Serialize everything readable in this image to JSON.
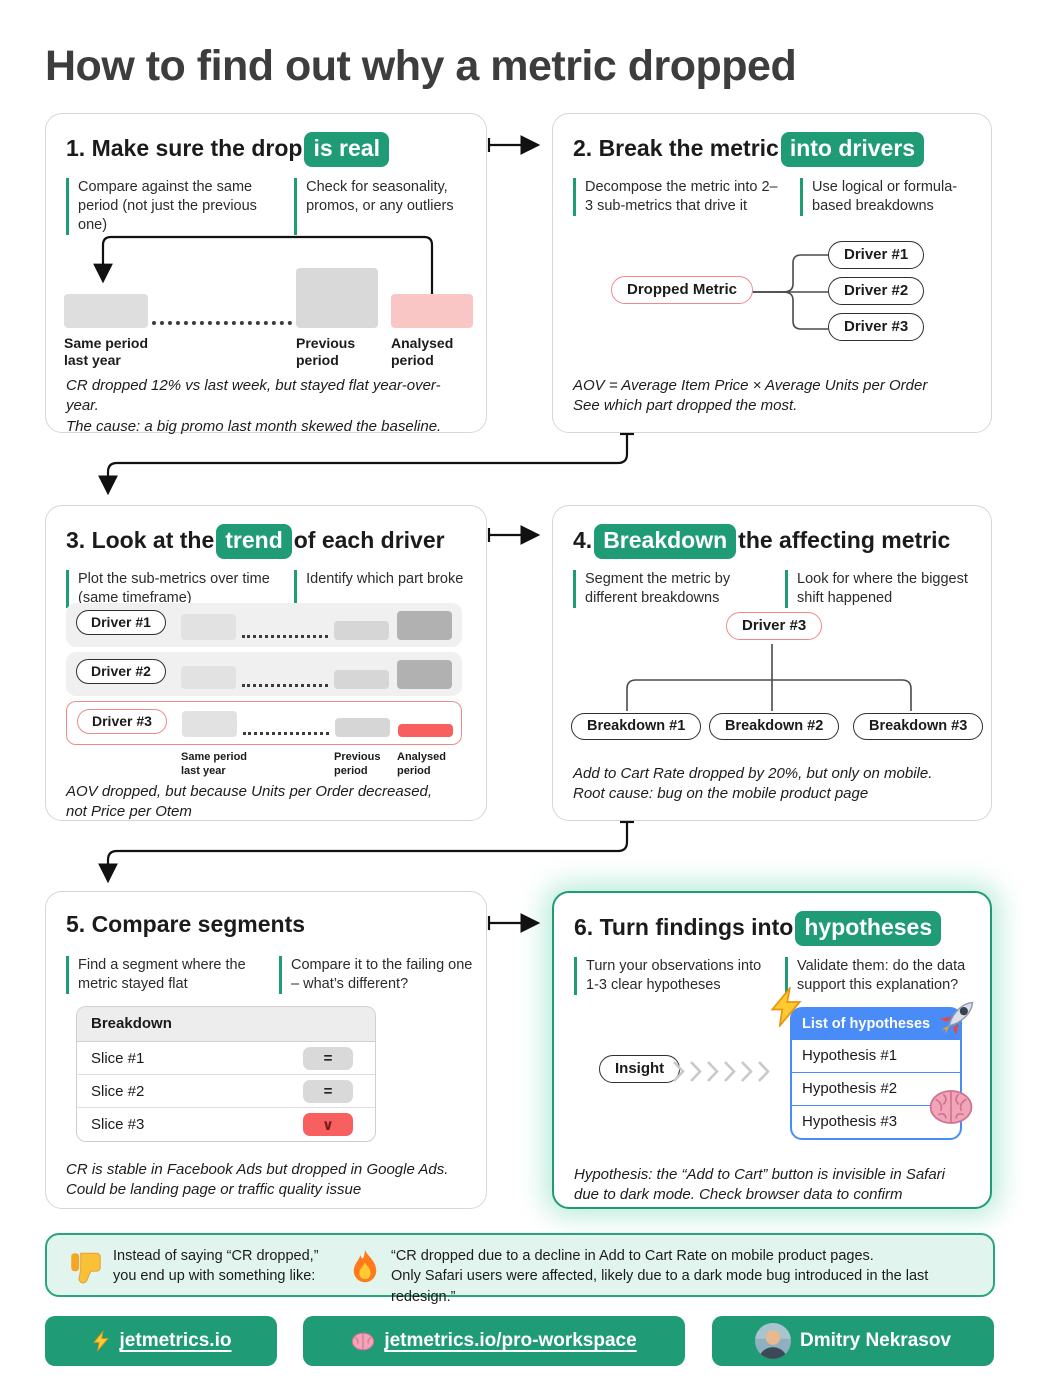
{
  "title": "How to find out why a metric dropped",
  "colors": {
    "accent": "#1f9c76",
    "red": "#f7605f",
    "pink": "#f9c5c5",
    "salmon": "#f08a8a",
    "blue": "#4a8cf7"
  },
  "cards": [
    {
      "heading": {
        "pre": "1. Make sure the drop",
        "highlight": "is real",
        "post": ""
      },
      "bullets": [
        "Compare against the same period (not just the previous one)",
        "Check for seasonality, promos, or any outliers"
      ],
      "chart": {
        "type": "bar",
        "bars": [
          {
            "label": "Same period last year",
            "color": "gray",
            "height": "low"
          },
          {
            "label": "Previous period",
            "color": "gray",
            "height": "high"
          },
          {
            "label": "Analysed period",
            "color": "pink",
            "height": "low"
          }
        ]
      },
      "note": [
        "CR dropped 12% vs last week, but stayed flat year-over-year.",
        "The cause: a big promo last month skewed the baseline."
      ]
    },
    {
      "heading": {
        "pre": "2. Break the metric",
        "highlight": "into drivers",
        "post": ""
      },
      "bullets": [
        "Decompose the metric into 2–3 sub-metrics that drive it",
        "Use logical or formula-based breakdowns"
      ],
      "tree": {
        "root": "Dropped Metric",
        "children": [
          "Driver #1",
          "Driver #2",
          "Driver #3"
        ]
      },
      "note": [
        "AOV = Average Item Price × Average Units per Order",
        "See which part dropped the most."
      ]
    },
    {
      "heading": {
        "pre": "3. Look at the",
        "highlight": "trend",
        "post": "of each driver"
      },
      "bullets": [
        "Plot the sub-metrics over time (same timeframe)",
        "Identify which part broke"
      ],
      "rows": [
        {
          "pill": "Driver #1"
        },
        {
          "pill": "Driver #2"
        },
        {
          "pill": "Driver #3"
        }
      ],
      "axis": [
        "Same period last year",
        "Previous period",
        "Analysed period"
      ],
      "note": [
        "AOV dropped, but because Units per Order decreased,",
        "not Price per Otem"
      ]
    },
    {
      "heading": {
        "pre": "4.",
        "highlight": "Breakdown",
        "post": "the affecting metric"
      },
      "bullets": [
        "Segment the metric by different breakdowns",
        "Look for where the biggest shift happened"
      ],
      "tree": {
        "root": "Driver #3",
        "children": [
          "Breakdown #1",
          "Breakdown #2",
          "Breakdown #3"
        ]
      },
      "note": [
        "Add to Cart Rate dropped by 20%, but only on mobile.",
        "Root cause: bug on the mobile product page"
      ]
    },
    {
      "heading": {
        "pre": "5. Compare segments",
        "highlight": "",
        "post": ""
      },
      "bullets": [
        "Find a segment where the metric stayed flat",
        "Compare it to the failing one – what’s different?"
      ],
      "table": {
        "header": "Breakdown",
        "rows": [
          {
            "label": "Slice #1",
            "badge": "="
          },
          {
            "label": "Slice #2",
            "badge": "="
          },
          {
            "label": "Slice #3",
            "badge": "∨"
          }
        ]
      },
      "note": [
        "CR is stable in Facebook Ads but dropped in Google Ads.",
        "Could be landing page or traffic quality issue"
      ]
    },
    {
      "heading": {
        "pre": "6. Turn findings into",
        "highlight": "hypotheses",
        "post": ""
      },
      "bullets": [
        "Turn your observations into 1-3 clear hypotheses",
        "Validate them: do the data support this explanation?"
      ],
      "flow": {
        "start": "Insight",
        "list_title": "List of hypotheses",
        "items": [
          "Hypothesis #1",
          "Hypothesis #2",
          "Hypothesis #3"
        ],
        "icons": [
          "lightning",
          "rocket",
          "brain"
        ]
      },
      "note": [
        "Hypothesis: the “Add to Cart” button is invisible in Safari",
        "due to dark mode. Check browser data to confirm"
      ]
    }
  ],
  "callout": {
    "icon1": "thumbs-down",
    "lines1": [
      "Instead of saying “CR dropped,”",
      "you end up with something like:"
    ],
    "icon2": "fire",
    "lines2": [
      "“CR dropped due to a decline in Add to Cart Rate on mobile product pages.",
      "Only Safari users were affected, likely due to a dark mode bug introduced in the last redesign.”"
    ]
  },
  "footer": {
    "links": [
      {
        "icon": "lightning",
        "label": "jetmetrics.io"
      },
      {
        "icon": "brain",
        "label": "jetmetrics.io/pro-workspace"
      }
    ],
    "author": {
      "label": "Dmitry Nekrasov"
    }
  }
}
